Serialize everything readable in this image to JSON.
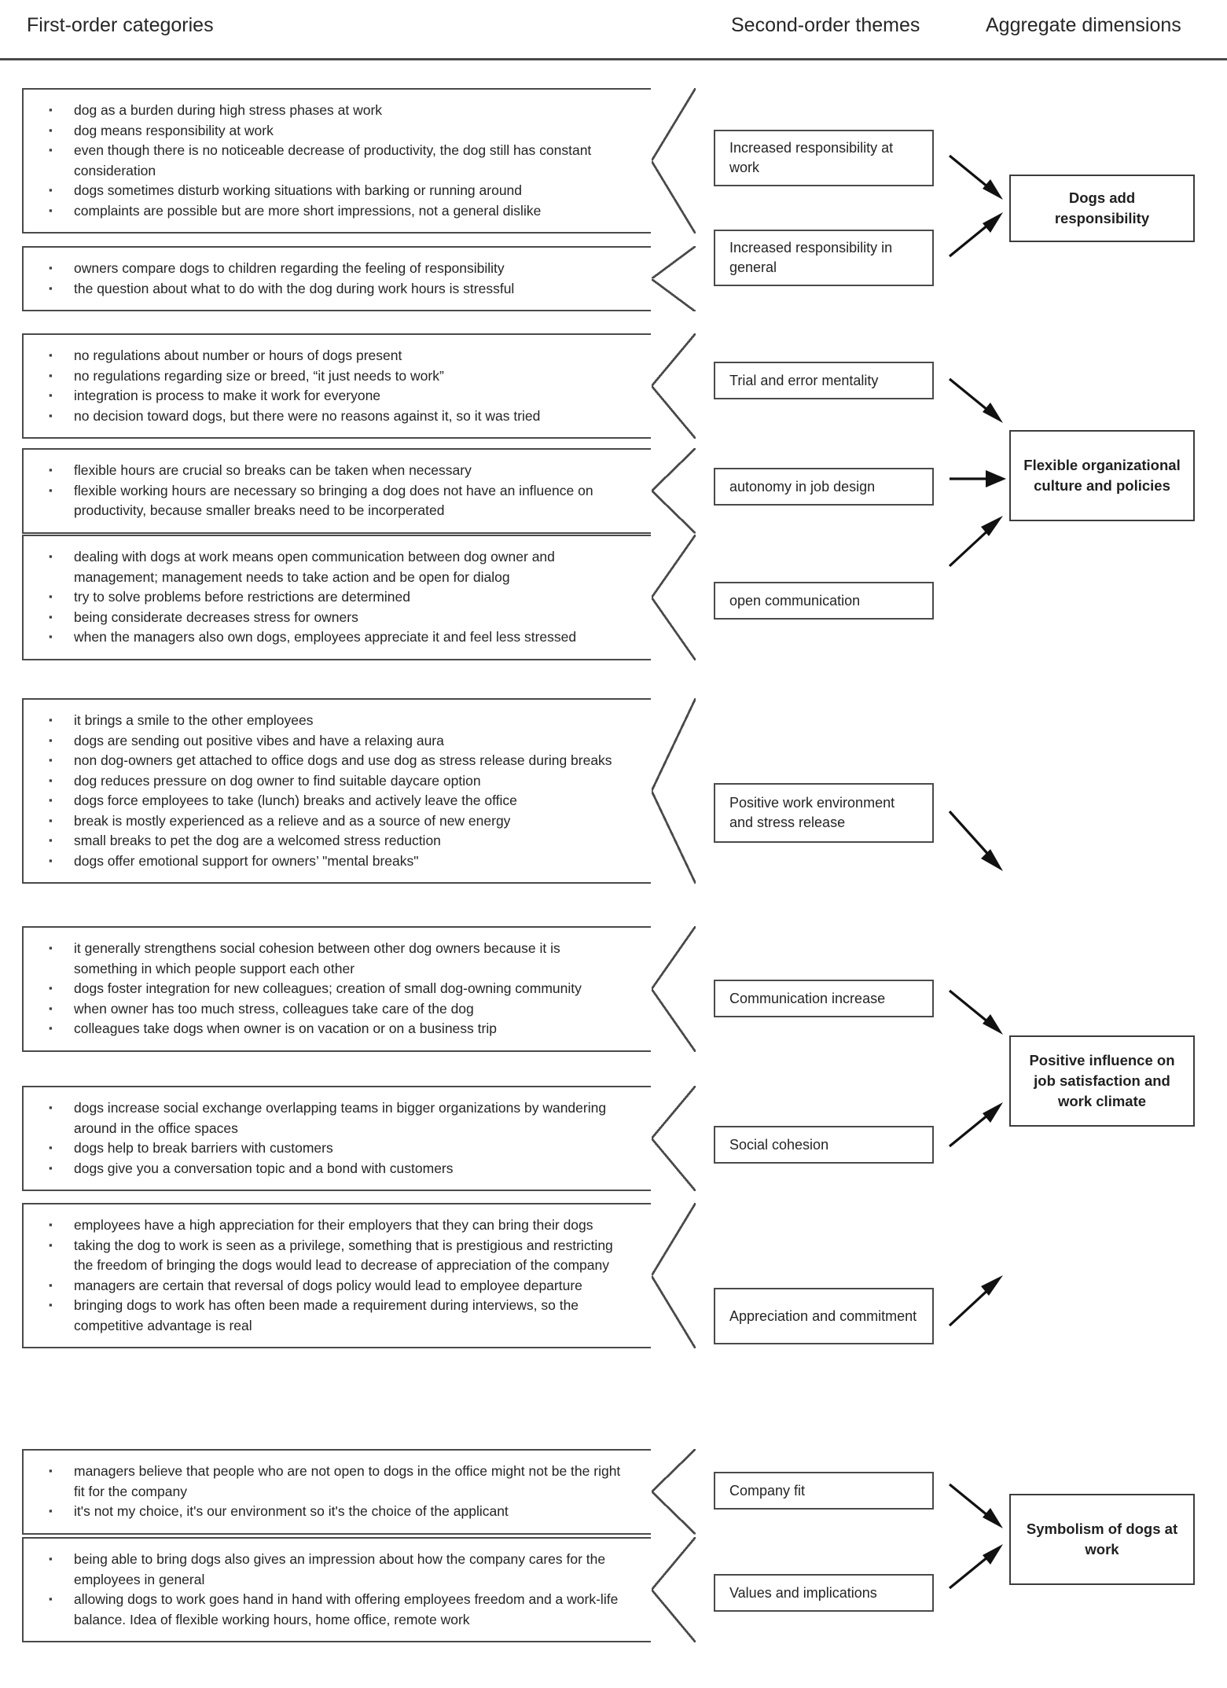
{
  "headers": {
    "col1": "First-order categories",
    "col2": "Second-order themes",
    "col3": "Aggregate dimensions"
  },
  "first_order": [
    {
      "id": "fo-1",
      "items": [
        "dog as a burden during high stress phases at work",
        "dog means responsibility at work",
        "even though there is no noticeable decrease of productivity, the dog still has constant consideration",
        "dogs sometimes disturb working situations with barking or running around",
        "complaints are possible but are more short impressions, not a general dislike"
      ]
    },
    {
      "id": "fo-2",
      "items": [
        "owners compare dogs to children regarding the feeling of responsibility",
        "the question about what to do with the dog during work hours is stressful"
      ]
    },
    {
      "id": "fo-3",
      "items": [
        "no regulations about number or hours of dogs present",
        "no regulations regarding size or breed, “it just needs to work”",
        "integration is process to make it work for everyone",
        "no decision toward dogs, but there were no reasons against it, so it was tried"
      ]
    },
    {
      "id": "fo-4",
      "items": [
        "flexible hours are crucial so breaks can be taken when necessary",
        "flexible working hours are necessary so bringing a dog does not have an influence on productivity, because smaller breaks need to be incorperated"
      ]
    },
    {
      "id": "fo-5",
      "items": [
        "dealing with dogs at work means open communication between dog owner and management; management needs to take action and be open for dialog",
        "try to solve problems before restrictions are determined",
        "being considerate decreases stress for owners",
        "when the managers also own dogs, employees appreciate it and feel less stressed"
      ]
    },
    {
      "id": "fo-6",
      "items": [
        "it brings a smile to the other employees",
        "dogs are sending out positive vibes and have a relaxing aura",
        "non dog-owners get attached to office dogs and use dog as stress release during breaks",
        "dog reduces pressure on dog owner to find suitable daycare option",
        "dogs force employees to take (lunch) breaks and actively leave the office",
        "break is mostly experienced as a relieve and as a source of new energy",
        "small breaks to pet the dog are a welcomed stress reduction",
        "dogs offer emotional support for owners’ \"mental breaks\""
      ]
    },
    {
      "id": "fo-7",
      "items": [
        "it generally strengthens social cohesion between other dog owners because it is something in which people support each other",
        "dogs foster integration for new colleagues; creation of small dog-owning community",
        "when owner has too much stress, colleagues take care of the dog",
        "colleagues take dogs when owner is on vacation or on a business trip"
      ]
    },
    {
      "id": "fo-8",
      "items": [
        "dogs increase social exchange overlapping teams in bigger organizations by wandering around in the office spaces",
        "dogs help to break barriers with customers",
        "dogs give you a conversation topic and a bond with customers"
      ]
    },
    {
      "id": "fo-9",
      "items": [
        "employees have a high appreciation for their employers that they can bring their dogs",
        "taking the dog to work is seen as a privilege, something that is prestigious and restricting the freedom of bringing the dogs would lead to decrease of appreciation of the company",
        "managers are certain that reversal of dogs policy would lead to employee departure",
        "bringing dogs to work has often been made a requirement during interviews, so the competitive advantage is real"
      ]
    },
    {
      "id": "fo-10",
      "items": [
        "managers believe that people who are not open to dogs in the office might not be the right fit for the company",
        "it's not my choice, it's our environment so it's the choice of the applicant"
      ]
    },
    {
      "id": "fo-11",
      "items": [
        "being able to bring dogs also gives an impression about how the company cares for the employees in general",
        "allowing dogs to work goes hand in hand with offering employees freedom and a work-life balance. Idea of flexible working hours, home office, remote work"
      ]
    }
  ],
  "second_order": [
    {
      "id": "so-1",
      "label": "Increased responsibility at work"
    },
    {
      "id": "so-2",
      "label": "Increased responsibility in general"
    },
    {
      "id": "so-3",
      "label": "Trial and error mentality"
    },
    {
      "id": "so-4",
      "label": "autonomy in job design"
    },
    {
      "id": "so-5",
      "label": "open communication"
    },
    {
      "id": "so-6",
      "label": "Positive work environment and stress release"
    },
    {
      "id": "so-7",
      "label": "Communication increase"
    },
    {
      "id": "so-8",
      "label": "Social cohesion"
    },
    {
      "id": "so-9",
      "label": "Appreciation and commitment"
    },
    {
      "id": "so-10",
      "label": "Company fit"
    },
    {
      "id": "so-11",
      "label": "Values and implications"
    }
  ],
  "aggregate": [
    {
      "id": "agg-1",
      "label": "Dogs add responsibility"
    },
    {
      "id": "agg-2",
      "label": "Flexible organizational culture and policies"
    },
    {
      "id": "agg-3",
      "label": "Positive influence on job satisfaction and work climate"
    },
    {
      "id": "agg-4",
      "label": "Symbolism of dogs at work"
    }
  ]
}
